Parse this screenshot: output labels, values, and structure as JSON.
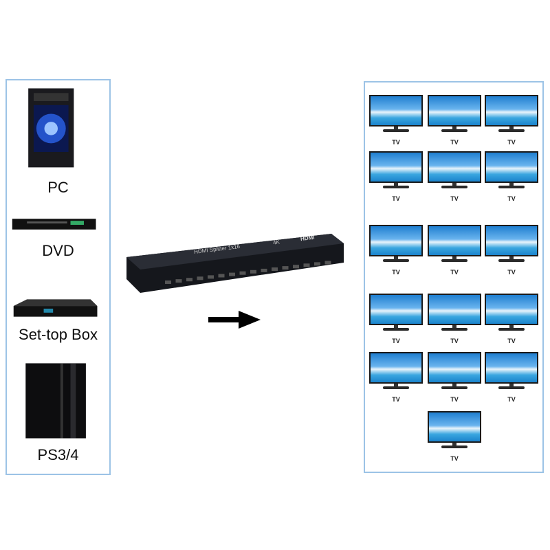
{
  "sources": [
    {
      "label": "PC",
      "icon": "pc-tower-icon"
    },
    {
      "label": "DVD",
      "icon": "dvd-player-icon"
    },
    {
      "label": "Set-top Box",
      "icon": "set-top-box-icon"
    },
    {
      "label": "PS3/4",
      "icon": "game-console-icon"
    }
  ],
  "splitter": {
    "label": "HDMI Splitter 1x16",
    "badge": "4K",
    "brand": "HDMI"
  },
  "tv_label": "TV",
  "tv_count": 16,
  "colors": {
    "panel_border": "#9cc3e6",
    "device": "#1c1f26"
  }
}
